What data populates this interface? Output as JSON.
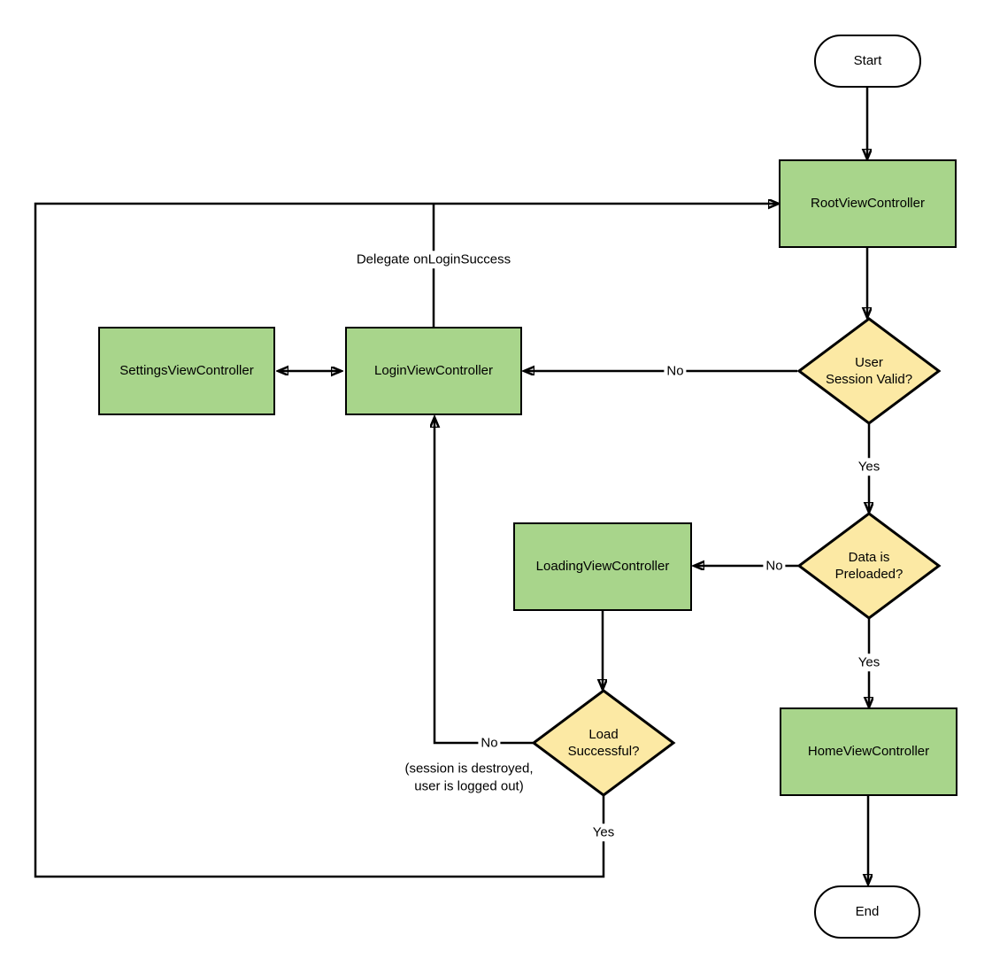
{
  "diagram": {
    "nodes": {
      "start": {
        "label": "Start",
        "type": "terminator"
      },
      "root": {
        "label": "RootViewController",
        "type": "process"
      },
      "session_valid": {
        "label": "User\nSession Valid?",
        "type": "decision"
      },
      "settings": {
        "label": "SettingsViewController",
        "type": "process"
      },
      "login": {
        "label": "LoginViewController",
        "type": "process"
      },
      "data_preloaded": {
        "label": "Data is\nPreloaded?",
        "type": "decision"
      },
      "loading": {
        "label": "LoadingViewController",
        "type": "process"
      },
      "load_successful": {
        "label": "Load\nSuccessful?",
        "type": "decision"
      },
      "home": {
        "label": "HomeViewController",
        "type": "process"
      },
      "end": {
        "label": "End",
        "type": "terminator"
      }
    },
    "edge_labels": {
      "delegate": "Delegate onLoginSuccess",
      "session_valid_no": "No",
      "session_valid_yes": "Yes",
      "data_preloaded_no": "No",
      "data_preloaded_yes": "Yes",
      "load_successful_no": "No",
      "load_successful_yes": "Yes",
      "load_no_note": "(session is destroyed,\nuser is logged out)"
    },
    "colors": {
      "process_fill": "#a8d58b",
      "decision_fill": "#fce9a4",
      "terminator_fill": "#ffffff",
      "stroke": "#000000",
      "canvas_background": "#ffffff"
    }
  }
}
